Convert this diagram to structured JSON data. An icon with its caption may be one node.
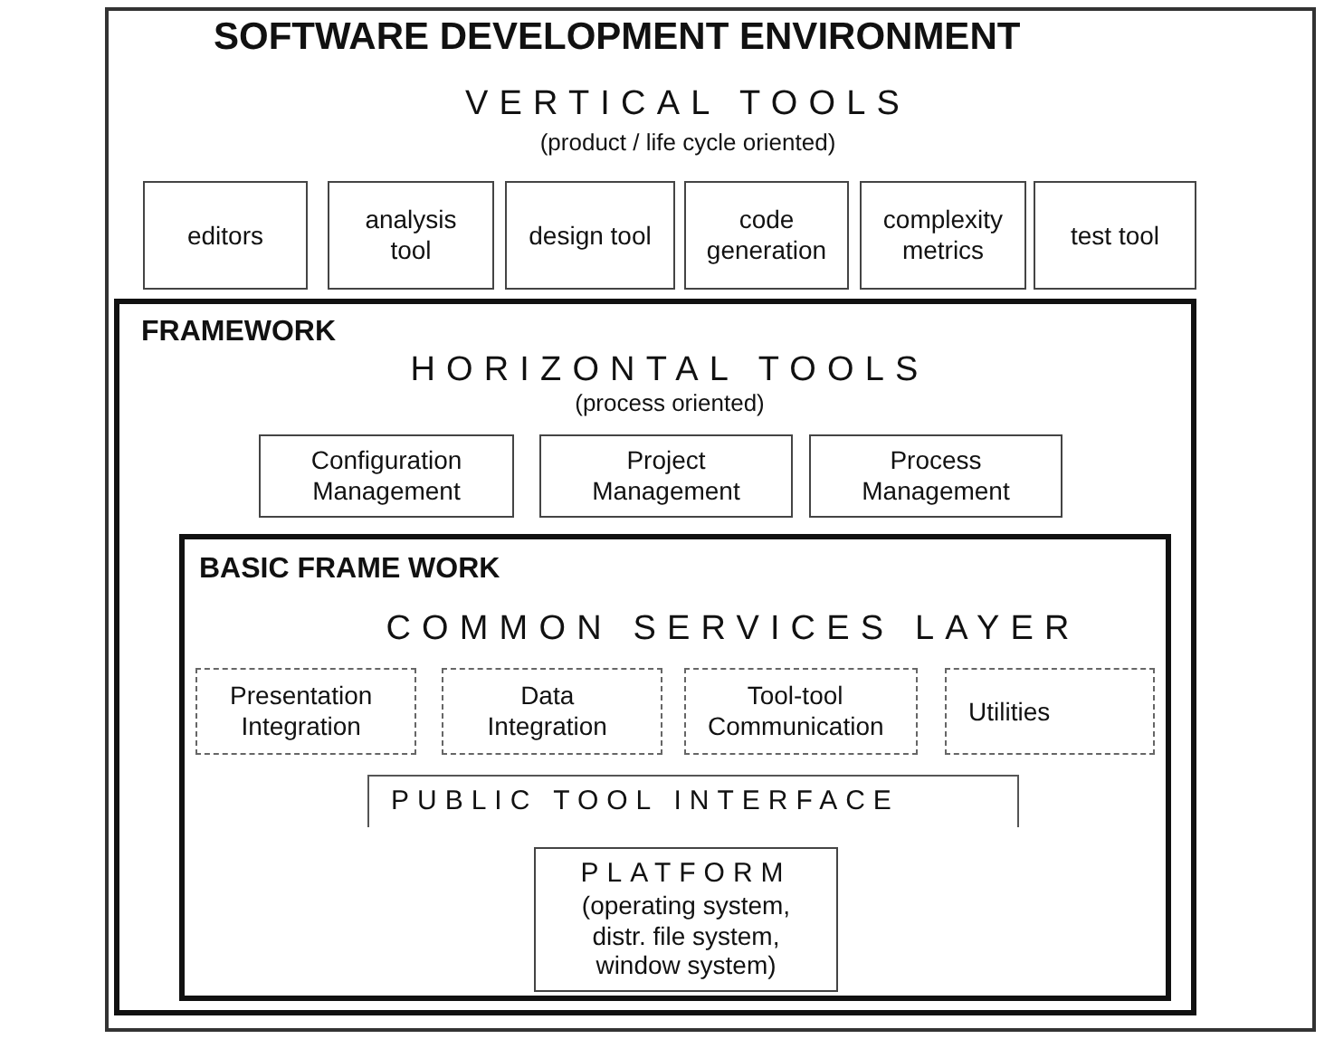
{
  "diagram": {
    "nodes": [
      {
        "text": [
          "SOFTWARE DEVELOPMENT ENVIRONMENT",
          "VERTICAL TOOLS",
          "(product / life cycle oriented)"
        ]
      },
      {
        "text": [
          "editors"
        ],
        "in": 0
      },
      {
        "text": [
          "analysis tool"
        ],
        "in": 0
      },
      {
        "text": [
          "design tool"
        ],
        "in": 0
      },
      {
        "text": [
          "code generation"
        ],
        "in": 0
      },
      {
        "text": [
          "complexity metrics"
        ],
        "in": 0
      },
      {
        "text": [
          "test tool"
        ],
        "in": 0
      },
      {
        "text": [
          "FRAMEWORK",
          "HORIZONTAL TOOLS",
          "(process oriented)"
        ],
        "in": 0
      },
      {
        "text": [
          "Configuration Management"
        ],
        "in": 7
      },
      {
        "text": [
          "Project Management"
        ],
        "in": 7
      },
      {
        "text": [
          "Process Management"
        ],
        "in": 7
      },
      {
        "text": [
          "BASIC FRAME WORK",
          "COMMON SERVICES LAYER"
        ],
        "in": 7
      },
      {
        "text": [
          "Presentation Integration"
        ],
        "in": 11
      },
      {
        "text": [
          "Data Integration"
        ],
        "in": 11
      },
      {
        "text": [
          "Tool-tool Communication"
        ],
        "in": 11
      },
      {
        "text": [
          "Utilities"
        ],
        "in": 11
      },
      {
        "text": [
          "PUBLIC TOOL INTERFACE"
        ],
        "in": 11
      },
      {
        "text": [
          "PLATFORM",
          "(operating system, distr. file system, window system)"
        ],
        "in": 11
      }
    ]
  }
}
